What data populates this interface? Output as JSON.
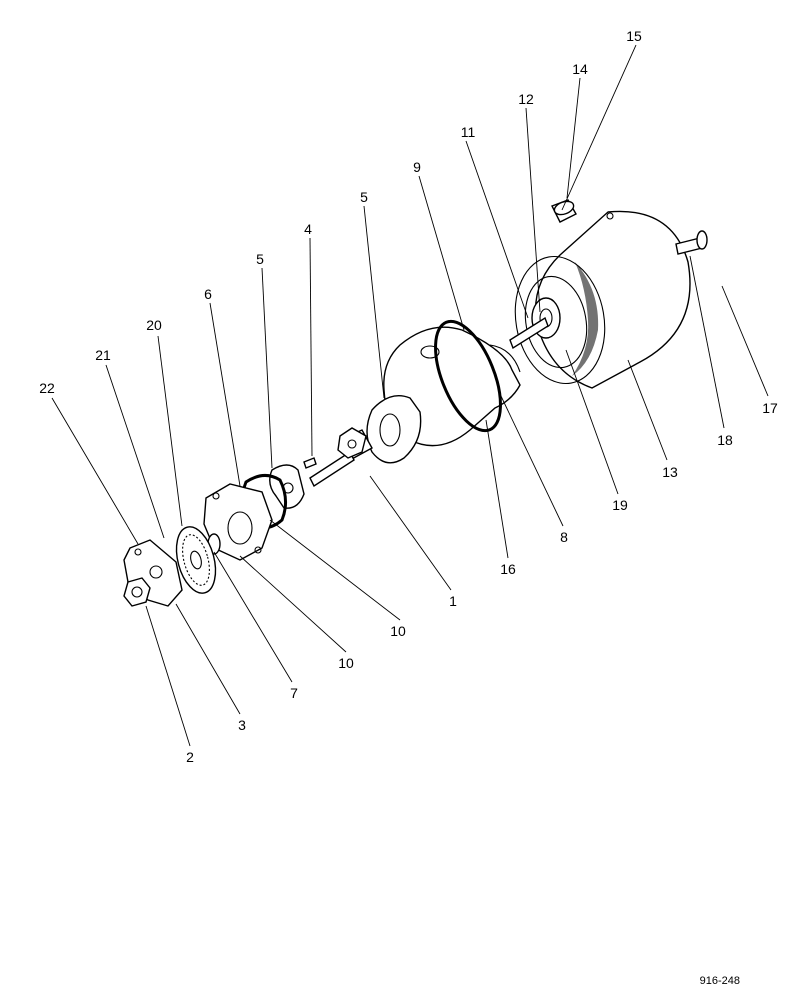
{
  "diagram": {
    "drawing_number": "916-248",
    "callouts": [
      {
        "key": "c15",
        "label": "15"
      },
      {
        "key": "c14",
        "label": "14"
      },
      {
        "key": "c12",
        "label": "12"
      },
      {
        "key": "c11",
        "label": "11"
      },
      {
        "key": "c9",
        "label": "9"
      },
      {
        "key": "c5a",
        "label": "5"
      },
      {
        "key": "c4",
        "label": "4"
      },
      {
        "key": "c5b",
        "label": "5"
      },
      {
        "key": "c6",
        "label": "6"
      },
      {
        "key": "c20",
        "label": "20"
      },
      {
        "key": "c21",
        "label": "21"
      },
      {
        "key": "c22",
        "label": "22"
      },
      {
        "key": "c17",
        "label": "17"
      },
      {
        "key": "c18",
        "label": "18"
      },
      {
        "key": "c13",
        "label": "13"
      },
      {
        "key": "c19",
        "label": "19"
      },
      {
        "key": "c8",
        "label": "8"
      },
      {
        "key": "c16",
        "label": "16"
      },
      {
        "key": "c1",
        "label": "1"
      },
      {
        "key": "c10a",
        "label": "10"
      },
      {
        "key": "c10b",
        "label": "10"
      },
      {
        "key": "c7",
        "label": "7"
      },
      {
        "key": "c3",
        "label": "3"
      },
      {
        "key": "c2",
        "label": "2"
      }
    ]
  }
}
